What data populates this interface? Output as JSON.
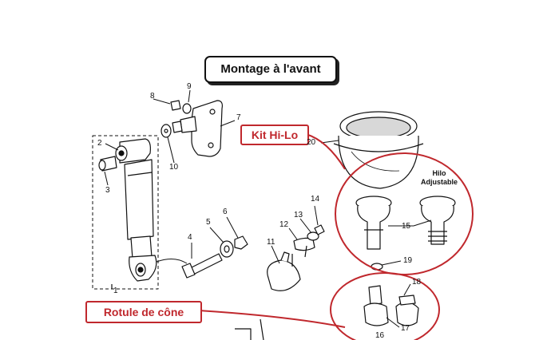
{
  "title": "Montage à l'avant",
  "callouts": {
    "kit_hilo": "Kit Hi-Lo",
    "rotule": "Rotule de cône"
  },
  "hilo_label": {
    "line1": "Hilo",
    "line2": "Adjustable"
  },
  "part_numbers": {
    "p1": "1",
    "p2": "2",
    "p3": "3",
    "p4": "4",
    "p5": "5",
    "p6": "6",
    "p7": "7",
    "p8": "8",
    "p9": "9",
    "p10": "10",
    "p11": "11",
    "p12": "12",
    "p13": "13",
    "p14": "14",
    "p15": "15",
    "p16": "16",
    "p17": "17",
    "p18": "18",
    "p19": "19",
    "p20": "20"
  },
  "colors": {
    "highlight": "#c0282d",
    "ink": "#111111"
  }
}
